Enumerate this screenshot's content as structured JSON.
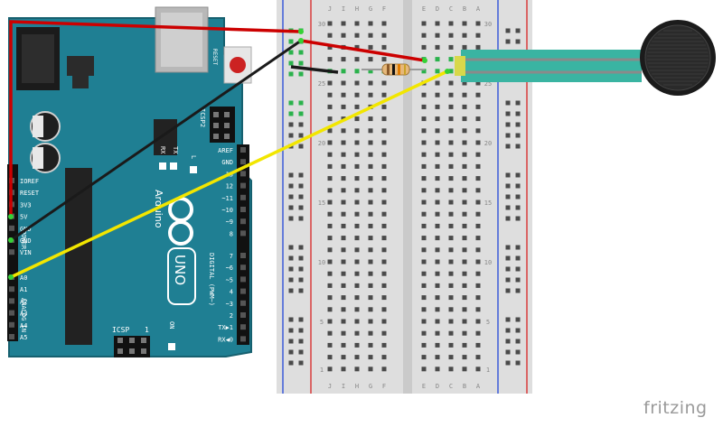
{
  "arduino": {
    "brand": "Arduino",
    "model": "UNO",
    "reset_label": "RESET",
    "icsp2_label": "ICSP2",
    "icsp_label": "ICSP",
    "icsp_pin1": "1",
    "tx_label": "TX",
    "rx_label": "RX",
    "l_label": "L",
    "on_label": "ON",
    "power_header_label": "POWER",
    "analog_header_label": "ANALOG IN",
    "digital_header_label": "DIGITAL (PWM~)",
    "power_pins": [
      "IOREF",
      "RESET",
      "3V3",
      "5V",
      "GND",
      "GND",
      "VIN"
    ],
    "analog_pins": [
      "A0",
      "A1",
      "A2",
      "A3",
      "A4",
      "A5"
    ],
    "digital_upper_pins": [
      "AREF",
      "GND",
      "13",
      "12",
      "~11",
      "~10",
      "~9",
      "8"
    ],
    "digital_lower_pins": [
      "7",
      "~6",
      "~5",
      "4",
      "~3",
      "2",
      "TX▶1",
      "RX◀0"
    ]
  },
  "breadboard": {
    "column_letters_left": [
      "J",
      "I",
      "H",
      "G",
      "F"
    ],
    "column_letters_right": [
      "E",
      "D",
      "C",
      "B",
      "A"
    ],
    "row_numbers": [
      "30",
      "25",
      "20",
      "15",
      "10",
      "5",
      "1"
    ]
  },
  "sensor": {
    "type": "force-sensitive-resistor"
  },
  "wires": [
    {
      "id": "red-5v",
      "color": "#cc0000"
    },
    {
      "id": "red-short",
      "color": "#cc0000"
    },
    {
      "id": "black-gnd",
      "color": "#1a1a1a"
    },
    {
      "id": "black-short",
      "color": "#1a1a1a"
    },
    {
      "id": "yellow-a0",
      "color": "#f2e600"
    }
  ],
  "colors": {
    "board": "#1f7f93",
    "board_outline": "#16606f",
    "breadboard": "#dedede",
    "hole_green": "#2bb24c",
    "rail_blue": "#3d5bd9",
    "rail_red": "#d93d3d",
    "sensor_tail": "#3ab4a2"
  },
  "watermark": "fritzing"
}
